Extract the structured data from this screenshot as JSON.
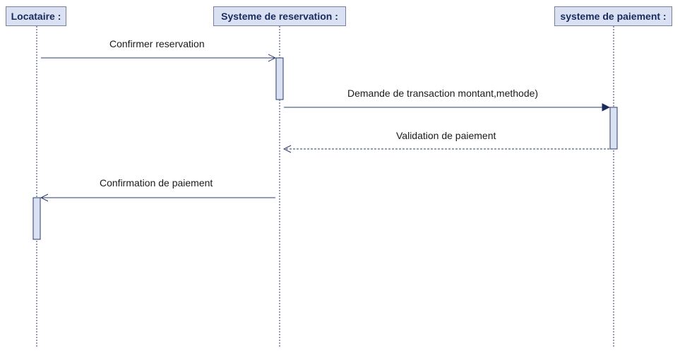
{
  "lifelines": {
    "locataire": {
      "label": "Locataire :"
    },
    "reservation": {
      "label": "Systeme de reservation :"
    },
    "paiement": {
      "label": "systeme de paiement :"
    }
  },
  "messages": {
    "m1": {
      "label": "Confirmer reservation",
      "from": "locataire",
      "to": "reservation",
      "kind": "asynchronous"
    },
    "m2": {
      "label": "Demande de transaction montant,methode)",
      "from": "reservation",
      "to": "paiement",
      "kind": "synchronous"
    },
    "m3": {
      "label": "Validation de paiement",
      "from": "paiement",
      "to": "reservation",
      "kind": "return"
    },
    "m4": {
      "label": "Confirmation de paiement",
      "from": "reservation",
      "to": "locataire",
      "kind": "asynchronous"
    }
  },
  "colors": {
    "header_fill": "#d9e1f3",
    "header_border": "#7a7fa0",
    "header_text": "#1a2a5e",
    "activation_fill": "#d9e1f3",
    "line": "#2b3a6b"
  }
}
